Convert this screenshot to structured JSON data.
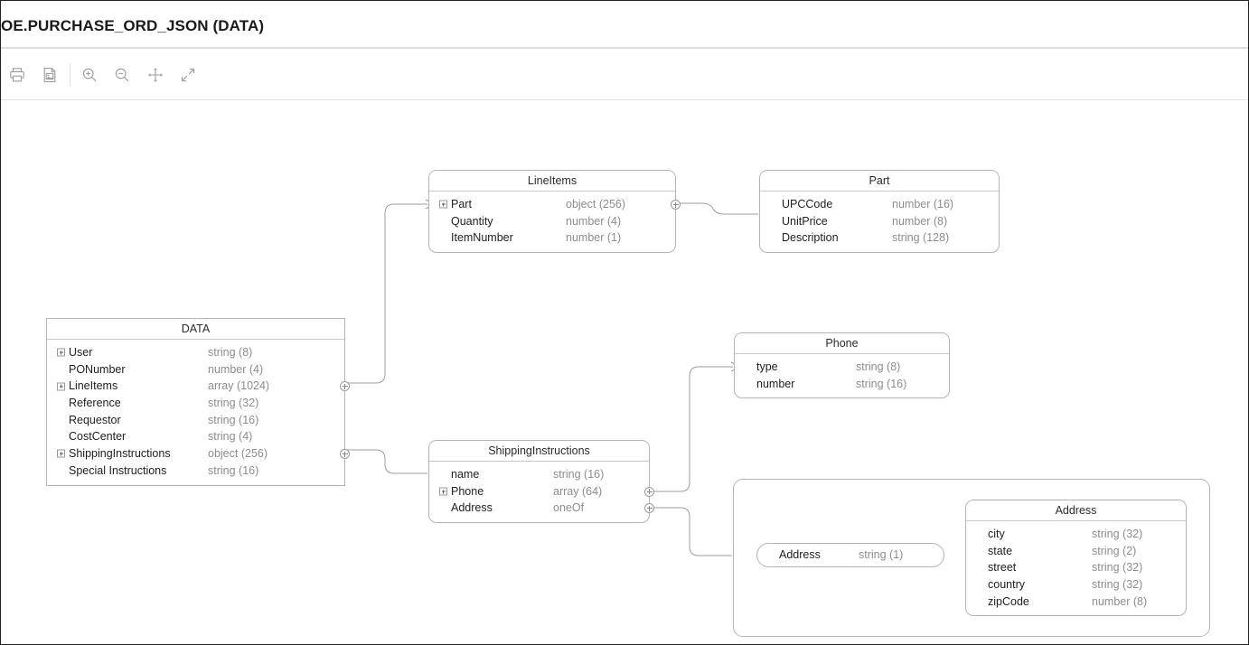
{
  "window": {
    "title": "OE.PURCHASE_ORD_JSON (DATA)"
  },
  "toolbar": {
    "buttons": [
      {
        "name": "print-icon",
        "label": "Print"
      },
      {
        "name": "save-image-icon",
        "label": "Save as Image"
      },
      {
        "name": "zoom-in-icon",
        "label": "Zoom In"
      },
      {
        "name": "zoom-out-icon",
        "label": "Zoom Out"
      },
      {
        "name": "pan-icon",
        "label": "Pan"
      },
      {
        "name": "fit-screen-icon",
        "label": "Fit to Screen"
      }
    ]
  },
  "diagram": {
    "nodes": [
      {
        "id": "data",
        "title": "DATA",
        "rows": [
          {
            "name": "User",
            "type": "string (8)",
            "expandable": false,
            "plug": false
          },
          {
            "name": "PONumber",
            "type": "number (4)",
            "expandable": false,
            "plug": false
          },
          {
            "name": "LineItems",
            "type": "array (1024)",
            "expandable": true,
            "plug": true
          },
          {
            "name": "Reference",
            "type": "string (32)",
            "expandable": false,
            "plug": false
          },
          {
            "name": "Requestor",
            "type": "string (16)",
            "expandable": false,
            "plug": false
          },
          {
            "name": "CostCenter",
            "type": "string (4)",
            "expandable": false,
            "plug": false
          },
          {
            "name": "ShippingInstructions",
            "type": "object (256)",
            "expandable": true,
            "plug": true
          },
          {
            "name": "Special Instructions",
            "type": "string (16)",
            "expandable": false,
            "plug": false
          }
        ]
      },
      {
        "id": "lineitems",
        "title": "LineItems",
        "rows": [
          {
            "name": "Part",
            "type": "object (256)",
            "expandable": true,
            "plug": true
          },
          {
            "name": "Quantity",
            "type": "number (4)",
            "expandable": false,
            "plug": false
          },
          {
            "name": "ItemNumber",
            "type": "number (1)",
            "expandable": false,
            "plug": false
          }
        ]
      },
      {
        "id": "part",
        "title": "Part",
        "rows": [
          {
            "name": "UPCCode",
            "type": "number (16)",
            "expandable": false,
            "plug": false
          },
          {
            "name": "UnitPrice",
            "type": "number (8)",
            "expandable": false,
            "plug": false
          },
          {
            "name": "Description",
            "type": "string (128)",
            "expandable": false,
            "plug": false
          }
        ]
      },
      {
        "id": "phone",
        "title": "Phone",
        "rows": [
          {
            "name": "type",
            "type": "string (8)",
            "expandable": false,
            "plug": false
          },
          {
            "name": "number",
            "type": "string (16)",
            "expandable": false,
            "plug": false
          }
        ]
      },
      {
        "id": "shippinginstructions",
        "title": "ShippingInstructions",
        "rows": [
          {
            "name": "name",
            "type": "string (16)",
            "expandable": false,
            "plug": false
          },
          {
            "name": "Phone",
            "type": "array (64)",
            "expandable": true,
            "plug": true
          },
          {
            "name": "Address",
            "type": "oneOf",
            "expandable": false,
            "plug": true
          }
        ]
      },
      {
        "id": "address",
        "title": "Address",
        "rows": [
          {
            "name": "city",
            "type": "string (32)",
            "expandable": false,
            "plug": false
          },
          {
            "name": "state",
            "type": "string (2)",
            "expandable": false,
            "plug": false
          },
          {
            "name": "street",
            "type": "string (32)",
            "expandable": false,
            "plug": false
          },
          {
            "name": "country",
            "type": "string (32)",
            "expandable": false,
            "plug": false
          },
          {
            "name": "zipCode",
            "type": "number (8)",
            "expandable": false,
            "plug": false
          }
        ]
      }
    ],
    "pill": {
      "name": "Address",
      "type": "string (1)"
    },
    "edges": [
      {
        "from": "DATA.LineItems",
        "to": "LineItems"
      },
      {
        "from": "LineItems.Part",
        "to": "Part"
      },
      {
        "from": "DATA.ShippingInstructions",
        "to": "ShippingInstructions"
      },
      {
        "from": "ShippingInstructions.Phone",
        "to": "Phone"
      },
      {
        "from": "ShippingInstructions.Address",
        "to": "AddressGroup"
      }
    ]
  },
  "colors": {
    "border": "#b4b4b4",
    "type_text": "#8d8d8d",
    "name_text": "#1e1e1e",
    "edge": "#9e9e9e",
    "title_text": "#1a1a1a",
    "icon": "#9b9b9b"
  }
}
